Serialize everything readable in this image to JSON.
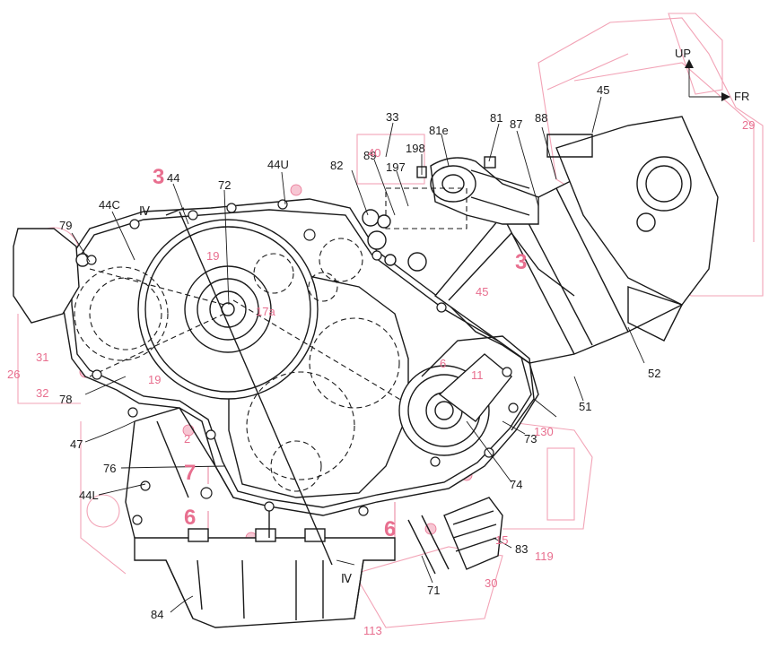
{
  "orientation": {
    "up": "UP",
    "fr": "FR"
  },
  "section_marks": {
    "iv": "Ⅳ",
    "n3": "3",
    "n6": "6",
    "n7": "7"
  },
  "labels_black": {
    "l33": "33",
    "l44": "44",
    "l72": "72",
    "l44u": "44U",
    "l82": "82",
    "l89": "89",
    "l197": "197",
    "l198": "198",
    "l81e": "81e",
    "l81": "81",
    "l87": "87",
    "l88": "88",
    "l45": "45",
    "l44c": "44C",
    "l79": "79",
    "l78": "78",
    "l47": "47",
    "l76": "76",
    "l44l": "44L",
    "l84": "84",
    "l71": "71",
    "l74": "74",
    "l73": "73",
    "l51": "51",
    "l52": "52",
    "l83": "83"
  },
  "labels_pink": {
    "p29": "29",
    "p40": "40",
    "p45": "45",
    "p26": "26",
    "p31": "31",
    "p32": "32",
    "p19a": "19",
    "p19b": "19",
    "p17a": "17a",
    "p2": "2",
    "p11": "11",
    "p6": "6",
    "p130": "130",
    "p15": "15",
    "p119": "119",
    "p30": "30",
    "p113": "113"
  },
  "colors": {
    "line": "#1a1a1a",
    "ghost": "#f2a3b6",
    "ghost_text": "#e86f8f"
  }
}
